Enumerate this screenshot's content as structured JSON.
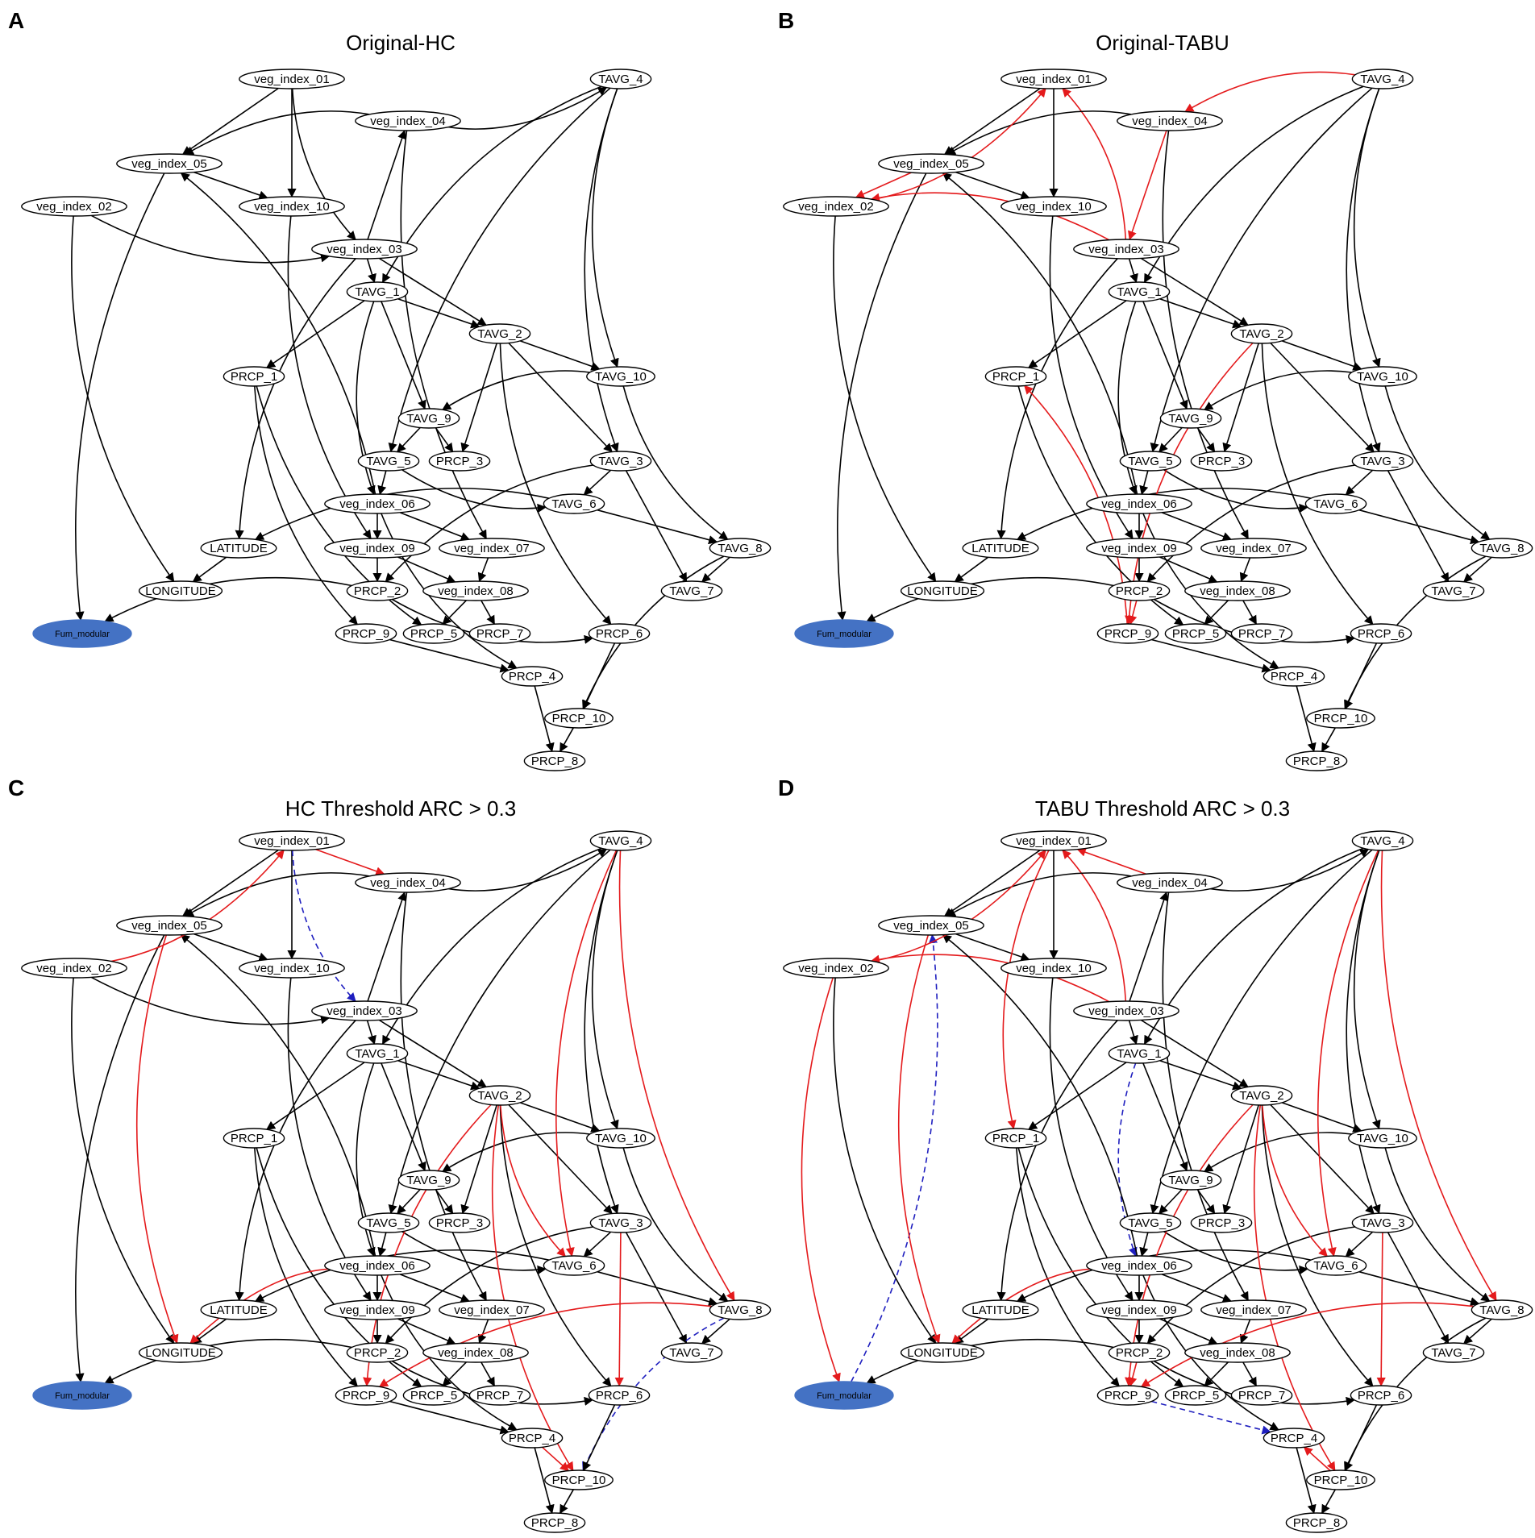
{
  "colors": {
    "edge_default": "#000000",
    "edge_highlight": "#e41a1c",
    "edge_dashed": "#1f1fbf",
    "target_node_fill": "#4472c4",
    "node_fill": "#ffffff"
  },
  "target_node": "Fum_modular",
  "nodes": [
    "veg_index_01",
    "veg_index_02",
    "veg_index_03",
    "veg_index_04",
    "veg_index_05",
    "veg_index_06",
    "veg_index_07",
    "veg_index_08",
    "veg_index_09",
    "veg_index_10",
    "TAVG_1",
    "TAVG_2",
    "TAVG_3",
    "TAVG_4",
    "TAVG_5",
    "TAVG_6",
    "TAVG_7",
    "TAVG_8",
    "TAVG_9",
    "TAVG_10",
    "PRCP_1",
    "PRCP_2",
    "PRCP_3",
    "PRCP_4",
    "PRCP_5",
    "PRCP_6",
    "PRCP_7",
    "PRCP_8",
    "PRCP_9",
    "PRCP_10",
    "LATITUDE",
    "LONGITUDE",
    "Fum_modular"
  ],
  "base_edges": [
    [
      "veg_index_01",
      "veg_index_05"
    ],
    [
      "veg_index_01",
      "veg_index_10"
    ],
    [
      "veg_index_01",
      "veg_index_03"
    ],
    [
      "veg_index_04",
      "veg_index_05"
    ],
    [
      "veg_index_04",
      "TAVG_4"
    ],
    [
      "veg_index_04",
      "veg_index_07"
    ],
    [
      "veg_index_05",
      "veg_index_10"
    ],
    [
      "veg_index_05",
      "Fum_modular"
    ],
    [
      "veg_index_02",
      "veg_index_03"
    ],
    [
      "veg_index_02",
      "LONGITUDE"
    ],
    [
      "veg_index_10",
      "veg_index_09"
    ],
    [
      "veg_index_03",
      "TAVG_1"
    ],
    [
      "veg_index_03",
      "TAVG_2"
    ],
    [
      "veg_index_03",
      "LATITUDE"
    ],
    [
      "veg_index_03",
      "veg_index_04"
    ],
    [
      "TAVG_4",
      "TAVG_1"
    ],
    [
      "TAVG_4",
      "TAVG_5"
    ],
    [
      "TAVG_4",
      "TAVG_10"
    ],
    [
      "TAVG_4",
      "TAVG_3"
    ],
    [
      "TAVG_1",
      "TAVG_2"
    ],
    [
      "TAVG_1",
      "PRCP_1"
    ],
    [
      "TAVG_1",
      "TAVG_9"
    ],
    [
      "TAVG_1",
      "veg_index_06"
    ],
    [
      "TAVG_2",
      "TAVG_10"
    ],
    [
      "TAVG_2",
      "PRCP_3"
    ],
    [
      "TAVG_2",
      "TAVG_3"
    ],
    [
      "TAVG_2",
      "PRCP_6"
    ],
    [
      "TAVG_10",
      "TAVG_9"
    ],
    [
      "TAVG_10",
      "TAVG_8"
    ],
    [
      "PRCP_1",
      "PRCP_9"
    ],
    [
      "PRCP_1",
      "PRCP_5"
    ],
    [
      "TAVG_9",
      "TAVG_5"
    ],
    [
      "TAVG_9",
      "PRCP_3"
    ],
    [
      "TAVG_5",
      "veg_index_06"
    ],
    [
      "TAVG_5",
      "TAVG_6"
    ],
    [
      "TAVG_3",
      "TAVG_6"
    ],
    [
      "TAVG_3",
      "TAVG_7"
    ],
    [
      "TAVG_3",
      "PRCP_2"
    ],
    [
      "veg_index_06",
      "veg_index_05"
    ],
    [
      "veg_index_06",
      "veg_index_09"
    ],
    [
      "veg_index_06",
      "veg_index_07"
    ],
    [
      "veg_index_06",
      "PRCP_4"
    ],
    [
      "TAVG_6",
      "LATITUDE"
    ],
    [
      "TAVG_6",
      "TAVG_8"
    ],
    [
      "LATITUDE",
      "LONGITUDE"
    ],
    [
      "veg_index_09",
      "PRCP_2"
    ],
    [
      "veg_index_09",
      "veg_index_08"
    ],
    [
      "veg_index_07",
      "veg_index_08"
    ],
    [
      "TAVG_8",
      "TAVG_7"
    ],
    [
      "TAVG_8",
      "PRCP_10"
    ],
    [
      "PRCP_2",
      "Fum_modular"
    ],
    [
      "PRCP_2",
      "PRCP_6"
    ],
    [
      "veg_index_08",
      "PRCP_5"
    ],
    [
      "veg_index_08",
      "PRCP_7"
    ],
    [
      "PRCP_9",
      "PRCP_4"
    ],
    [
      "PRCP_6",
      "PRCP_10"
    ],
    [
      "PRCP_4",
      "PRCP_8"
    ],
    [
      "PRCP_10",
      "PRCP_8"
    ]
  ],
  "panels": [
    {
      "letter": "A",
      "title": "Original-HC",
      "red_edges": [],
      "dashed_edges": []
    },
    {
      "letter": "B",
      "title": "Original-TABU",
      "red_edges": [
        [
          "veg_index_02",
          "veg_index_01"
        ],
        [
          "veg_index_05",
          "veg_index_02"
        ],
        [
          "veg_index_03",
          "veg_index_02"
        ],
        [
          "veg_index_03",
          "veg_index_01"
        ],
        [
          "TAVG_4",
          "veg_index_04"
        ],
        [
          "veg_index_04",
          "veg_index_03"
        ],
        [
          "TAVG_2",
          "PRCP_9"
        ],
        [
          "PRCP_9",
          "PRCP_1"
        ],
        [
          "PRCP_2",
          "PRCP_9"
        ]
      ],
      "dashed_edges": []
    },
    {
      "letter": "C",
      "title": "HC Threshold ARC > 0.3",
      "red_edges": [
        [
          "veg_index_02",
          "veg_index_01"
        ],
        [
          "veg_index_01",
          "veg_index_04"
        ],
        [
          "veg_index_05",
          "LONGITUDE"
        ],
        [
          "veg_index_06",
          "LONGITUDE"
        ],
        [
          "TAVG_2",
          "PRCP_9"
        ],
        [
          "TAVG_2",
          "TAVG_6"
        ],
        [
          "TAVG_4",
          "TAVG_6"
        ],
        [
          "TAVG_4",
          "TAVG_8"
        ],
        [
          "TAVG_2",
          "PRCP_10"
        ],
        [
          "TAVG_3",
          "PRCP_6"
        ],
        [
          "TAVG_8",
          "PRCP_9"
        ],
        [
          "PRCP_4",
          "PRCP_10"
        ]
      ],
      "dashed_edges": [
        [
          "veg_index_01",
          "veg_index_03"
        ],
        [
          "TAVG_8",
          "PRCP_10"
        ]
      ]
    },
    {
      "letter": "D",
      "title": "TABU Threshold ARC > 0.3",
      "red_edges": [
        [
          "veg_index_02",
          "veg_index_01"
        ],
        [
          "veg_index_04",
          "veg_index_01"
        ],
        [
          "veg_index_03",
          "veg_index_02"
        ],
        [
          "veg_index_03",
          "veg_index_01"
        ],
        [
          "veg_index_01",
          "PRCP_1"
        ],
        [
          "veg_index_02",
          "Fum_modular"
        ],
        [
          "veg_index_05",
          "LONGITUDE"
        ],
        [
          "veg_index_06",
          "LONGITUDE"
        ],
        [
          "TAVG_2",
          "PRCP_9"
        ],
        [
          "TAVG_2",
          "TAVG_6"
        ],
        [
          "TAVG_4",
          "TAVG_6"
        ],
        [
          "TAVG_4",
          "TAVG_8"
        ],
        [
          "TAVG_2",
          "PRCP_10"
        ],
        [
          "TAVG_3",
          "PRCP_6"
        ],
        [
          "TAVG_8",
          "PRCP_9"
        ],
        [
          "PRCP_10",
          "PRCP_4"
        ],
        [
          "PRCP_2",
          "PRCP_9"
        ]
      ],
      "dashed_edges": [
        [
          "Fum_modular",
          "veg_index_05"
        ],
        [
          "TAVG_1",
          "veg_index_06"
        ],
        [
          "PRCP_9",
          "PRCP_4"
        ]
      ]
    }
  ]
}
